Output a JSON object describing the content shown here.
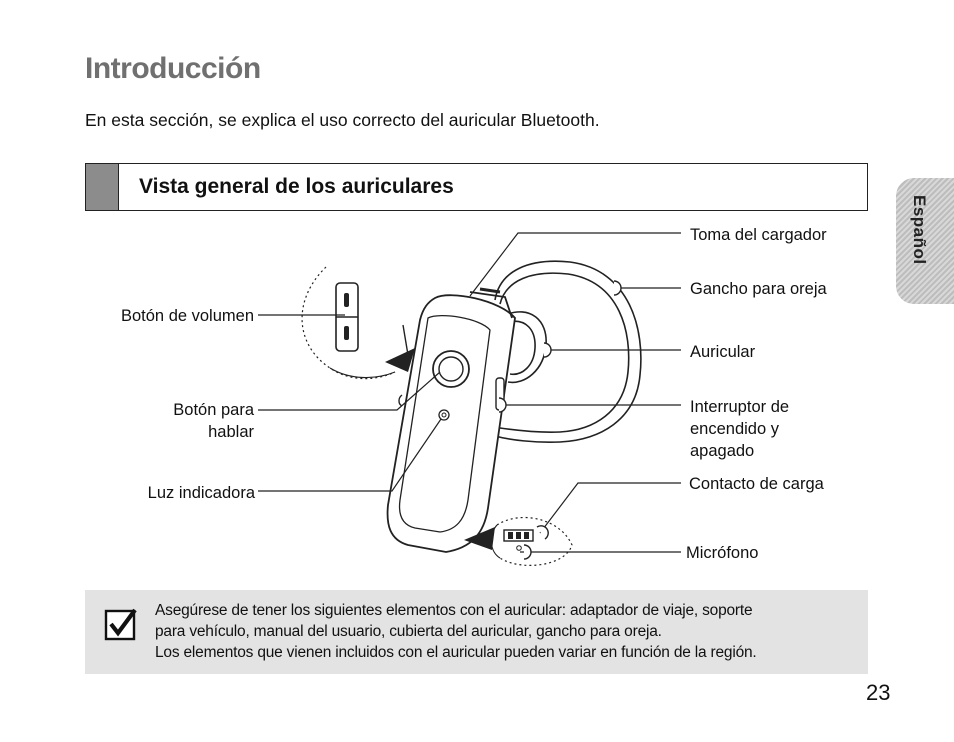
{
  "page": {
    "title": "Introducción",
    "intro": "En esta sección, se explica el uso correcto del auricular Bluetooth.",
    "section_heading": "Vista general de los auriculares",
    "side_tab": "Español",
    "page_number": "23"
  },
  "diagram": {
    "labels": {
      "volume_button": "Botón de volumen",
      "talk_button_line1": "Botón para",
      "talk_button_line2": "hablar",
      "indicator_light": "Luz indicadora",
      "charger_jack": "Toma del cargador",
      "ear_hook": "Gancho para oreja",
      "earpiece": "Auricular",
      "power_switch_line1": "Interruptor de",
      "power_switch_line2": "encendido y",
      "power_switch_line3": "apagado",
      "charging_contact": "Contacto de carga",
      "microphone": "Micrófono"
    }
  },
  "note": {
    "icon": "checkbox-check-icon",
    "line1": "Asegúrese de tener los siguientes elementos con el auricular: adaptador de viaje, soporte",
    "line2": "para vehículo, manual del usuario, cubierta del auricular, gancho para oreja.",
    "line3": "Los elementos que vienen incluidos con el auricular pueden variar en función de la región."
  }
}
